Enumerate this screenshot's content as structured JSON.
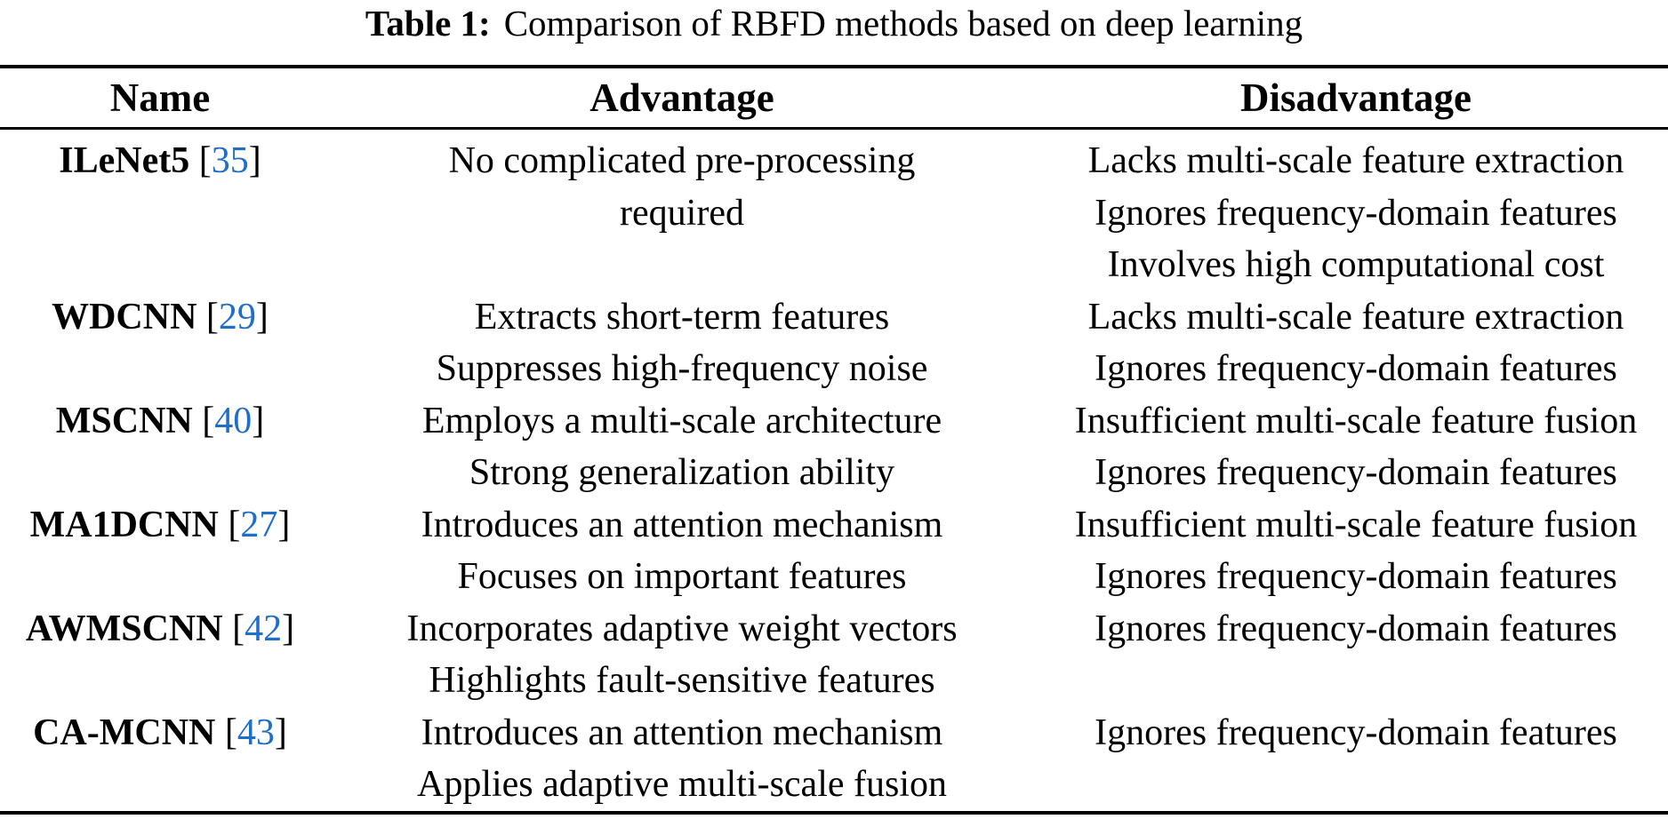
{
  "caption": {
    "label": "Table 1:",
    "text": "Comparison of RBFD methods based on deep learning"
  },
  "columns": [
    {
      "label": "Name"
    },
    {
      "label": "Advantage"
    },
    {
      "label": "Disadvantage"
    }
  ],
  "rows": [
    {
      "name": "ILeNet5",
      "ref": "35",
      "advantages": [
        "No complicated pre-processing",
        "required"
      ],
      "disadvantages": [
        "Lacks multi-scale feature extraction",
        "Ignores frequency-domain features",
        "Involves high computational cost"
      ]
    },
    {
      "name": "WDCNN",
      "ref": "29",
      "advantages": [
        "Extracts short-term features",
        "Suppresses high-frequency noise"
      ],
      "disadvantages": [
        "Lacks multi-scale feature extraction",
        "Ignores frequency-domain features"
      ]
    },
    {
      "name": "MSCNN",
      "ref": "40",
      "advantages": [
        "Employs a multi-scale architecture",
        "Strong generalization ability"
      ],
      "disadvantages": [
        "Insufficient multi-scale feature fusion",
        "Ignores frequency-domain features"
      ]
    },
    {
      "name": "MA1DCNN",
      "ref": "27",
      "advantages": [
        "Introduces an attention mechanism",
        "Focuses on important features"
      ],
      "disadvantages": [
        "Insufficient multi-scale feature fusion",
        "Ignores frequency-domain features"
      ]
    },
    {
      "name": "AWMSCNN",
      "ref": "42",
      "advantages": [
        "Incorporates adaptive weight vectors",
        "Highlights fault-sensitive features"
      ],
      "disadvantages": [
        "Ignores frequency-domain features"
      ]
    },
    {
      "name": "CA-MCNN",
      "ref": "43",
      "advantages": [
        "Introduces an attention mechanism",
        "Applies adaptive multi-scale fusion"
      ],
      "disadvantages": [
        "Ignores frequency-domain features"
      ]
    }
  ],
  "colors": {
    "text": "#000000",
    "citation": "#1f6ec8",
    "rule": "#000000",
    "background": "#ffffff"
  }
}
